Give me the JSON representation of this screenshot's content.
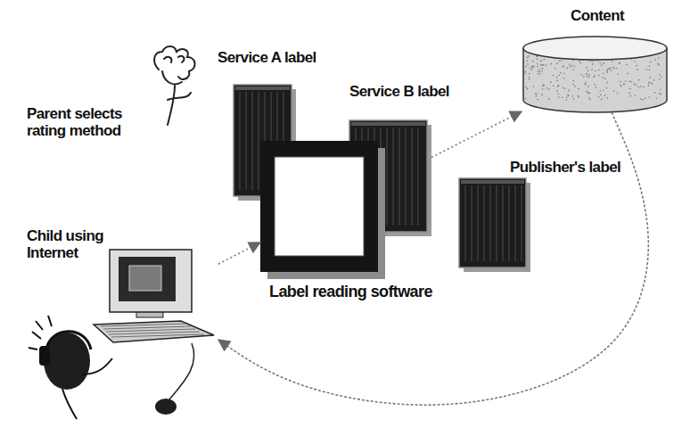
{
  "diagram": {
    "nodes": [
      {
        "text": [
          "Content"
        ]
      },
      {
        "text": [
          "Service A label"
        ]
      },
      {
        "text": [
          "Service B label"
        ]
      },
      {
        "text": [
          "Publisher's label"
        ]
      },
      {
        "text": [
          "Child using Internet"
        ]
      },
      {
        "text": [
          "Label reading software"
        ]
      }
    ],
    "edges": [
      {
        "from": 2,
        "to": 0,
        "arrow": "to"
      },
      {
        "from": 4,
        "to": 5,
        "arrow": "to"
      },
      {
        "from": 0,
        "to": 4,
        "arrow": "to"
      }
    ],
    "labels": [
      "Parent selects rating method"
    ]
  }
}
